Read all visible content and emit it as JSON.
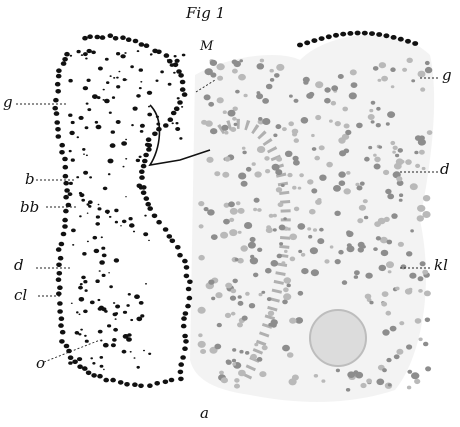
{
  "figure": {
    "title": "Fig 1",
    "labels": {
      "top_center": "M",
      "g_left": "g",
      "b": "b",
      "bb": "bb",
      "d_left": "d",
      "cl": "cl",
      "o": "o",
      "bottom": "a",
      "g_right": "g",
      "d_right": "d",
      "kl": "kl"
    },
    "colors": {
      "ink": "#111111",
      "right_tissue_light": "#b9b9b9",
      "right_tissue_mid": "#8d8d8d",
      "background": "#ffffff"
    }
  }
}
